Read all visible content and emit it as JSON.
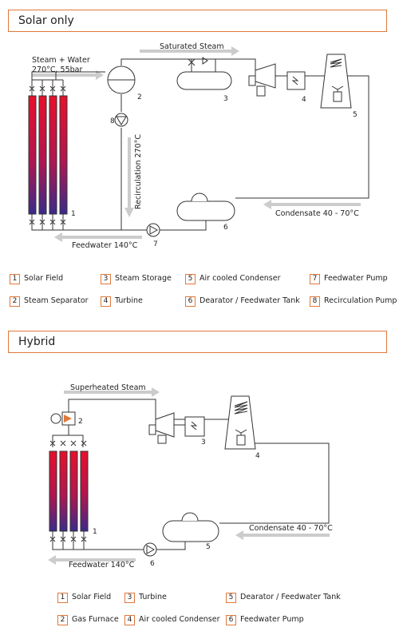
{
  "solar": {
    "title": "Solar only",
    "labels": {
      "steam_water": "Steam + Water",
      "steam_water_cond": "270°C, 55bar",
      "saturated_steam": "Saturated Steam",
      "recirculation": "Recirculation 270°C",
      "condensate": "Condensate 40 - 70°C",
      "feedwater": "Feedwater 140°C"
    },
    "numbers": [
      "1",
      "2",
      "3",
      "4",
      "5",
      "6",
      "7",
      "8"
    ],
    "legend": [
      {
        "num": "1",
        "text": "Solar Field"
      },
      {
        "num": "3",
        "text": "Steam Storage"
      },
      {
        "num": "5",
        "text": "Air cooled Condenser"
      },
      {
        "num": "7",
        "text": "Feedwater Pump"
      },
      {
        "num": "2",
        "text": "Steam Separator"
      },
      {
        "num": "4",
        "text": "Turbine"
      },
      {
        "num": "6",
        "text": "Dearator / Feedwater Tank"
      },
      {
        "num": "8",
        "text": "Recirculation Pump"
      }
    ]
  },
  "hybrid": {
    "title": "Hybrid",
    "labels": {
      "superheated_steam": "Superheated Steam",
      "condensate": "Condensate 40 - 70°C",
      "feedwater": "Feedwater 140°C"
    },
    "numbers": [
      "1",
      "2",
      "3",
      "4",
      "5",
      "6"
    ],
    "legend": [
      {
        "num": "1",
        "text": "Solar Field"
      },
      {
        "num": "3",
        "text": "Turbine"
      },
      {
        "num": "5",
        "text": "Dearator / Feedwater Tank"
      },
      {
        "num": "2",
        "text": "Gas Furnace"
      },
      {
        "num": "4",
        "text": "Air cooled Condenser"
      },
      {
        "num": "6",
        "text": "Feedwater Pump"
      }
    ]
  },
  "colors": {
    "accent": "#e0783a",
    "pipe": "#333333",
    "flow_arrow": "#cccccc",
    "collector_top": "#e8102a",
    "collector_bottom": "#3a2a8a"
  }
}
